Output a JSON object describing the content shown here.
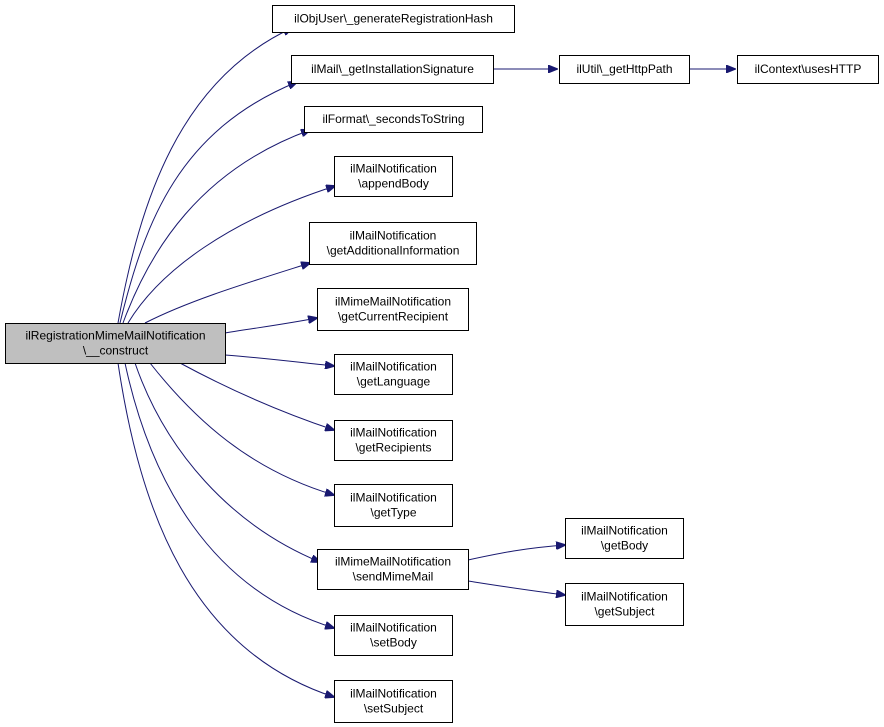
{
  "diagram": {
    "nodes": [
      {
        "id": "root",
        "lines": [
          "ilRegistrationMimeMailNotification",
          "\\__construct"
        ],
        "highlighted": true
      },
      {
        "id": "n1",
        "lines": [
          "ilObjUser\\_generateRegistrationHash"
        ]
      },
      {
        "id": "n2",
        "lines": [
          "ilMail\\_getInstallationSignature"
        ]
      },
      {
        "id": "n3",
        "lines": [
          "ilUtil\\_getHttpPath"
        ]
      },
      {
        "id": "n4",
        "lines": [
          "ilContext\\usesHTTP"
        ]
      },
      {
        "id": "n5",
        "lines": [
          "ilFormat\\_secondsToString"
        ]
      },
      {
        "id": "n6",
        "lines": [
          "ilMailNotification",
          "\\appendBody"
        ]
      },
      {
        "id": "n7",
        "lines": [
          "ilMailNotification",
          "\\getAdditionalInformation"
        ]
      },
      {
        "id": "n8",
        "lines": [
          "ilMimeMailNotification",
          "\\getCurrentRecipient"
        ]
      },
      {
        "id": "n9",
        "lines": [
          "ilMailNotification",
          "\\getLanguage"
        ]
      },
      {
        "id": "n10",
        "lines": [
          "ilMailNotification",
          "\\getRecipients"
        ]
      },
      {
        "id": "n11",
        "lines": [
          "ilMailNotification",
          "\\getType"
        ]
      },
      {
        "id": "n12",
        "lines": [
          "ilMimeMailNotification",
          "\\sendMimeMail"
        ]
      },
      {
        "id": "n13",
        "lines": [
          "ilMailNotification",
          "\\getBody"
        ]
      },
      {
        "id": "n14",
        "lines": [
          "ilMailNotification",
          "\\getSubject"
        ]
      },
      {
        "id": "n15",
        "lines": [
          "ilMailNotification",
          "\\setBody"
        ]
      },
      {
        "id": "n16",
        "lines": [
          "ilMailNotification",
          "\\setSubject"
        ]
      }
    ],
    "edges": [
      {
        "from": "root",
        "to": "n1"
      },
      {
        "from": "root",
        "to": "n2"
      },
      {
        "from": "n2",
        "to": "n3"
      },
      {
        "from": "n3",
        "to": "n4"
      },
      {
        "from": "root",
        "to": "n5"
      },
      {
        "from": "root",
        "to": "n6"
      },
      {
        "from": "root",
        "to": "n7"
      },
      {
        "from": "root",
        "to": "n8"
      },
      {
        "from": "root",
        "to": "n9"
      },
      {
        "from": "root",
        "to": "n10"
      },
      {
        "from": "root",
        "to": "n11"
      },
      {
        "from": "root",
        "to": "n12"
      },
      {
        "from": "n12",
        "to": "n13"
      },
      {
        "from": "n12",
        "to": "n14"
      },
      {
        "from": "root",
        "to": "n15"
      },
      {
        "from": "root",
        "to": "n16"
      }
    ],
    "colors": {
      "edge": "#191970",
      "root_fill": "#bfbfbf",
      "node_fill": "#ffffff",
      "border": "#000000"
    }
  }
}
